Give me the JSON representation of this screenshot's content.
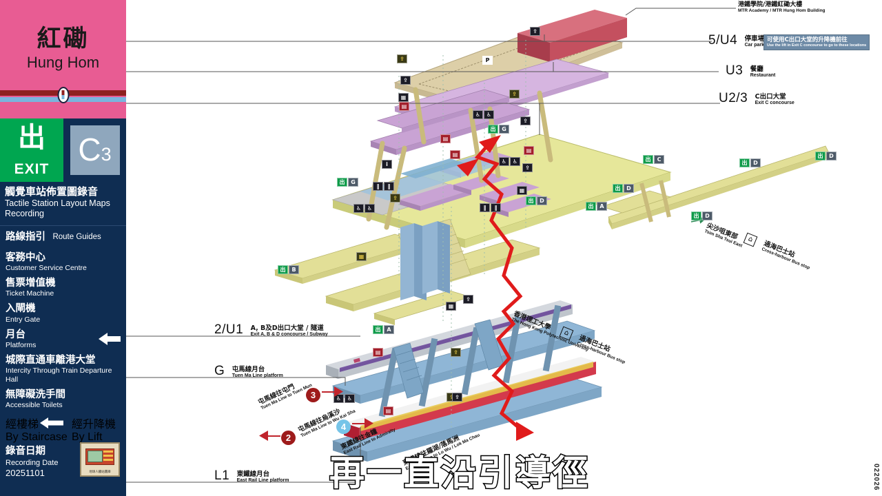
{
  "station": {
    "name_zh": "紅磡",
    "name_en": "Hung Hom",
    "line_east_rail_color": "#8e2020",
    "line_tuen_ma_color": "#7ab4dd",
    "header_color": "#e85c93"
  },
  "exit_sign": {
    "glyph_zh": "出",
    "glyph_en": "EXIT",
    "code_letter": "C",
    "code_number": "3",
    "green": "#00a650"
  },
  "panel_title": {
    "zh": "觸覺車站佈置圖錄音",
    "en_line1": "Tactile Station Layout Maps",
    "en_line2": "Recording"
  },
  "menu": [
    {
      "zh": "路線指引",
      "en": "Route Guides",
      "inline": true,
      "arrow": false
    },
    {
      "zh": "客務中心",
      "en": "Customer Service Centre",
      "inline": false,
      "arrow": false
    },
    {
      "zh": "售票增值機",
      "en": "Ticket Machine",
      "inline": false,
      "arrow": false
    },
    {
      "zh": "入閘機",
      "en": "Entry Gate",
      "inline": false,
      "arrow": false
    },
    {
      "zh": "月台",
      "en": "Platforms",
      "inline": false,
      "arrow": true
    },
    {
      "zh": "城際直通車離港大堂",
      "en": "Intercity Through Train Departure Hall",
      "inline": false,
      "arrow": false
    },
    {
      "zh": "無障礙洗手間",
      "en": "Accessible Toilets",
      "inline": false,
      "arrow": false
    }
  ],
  "dual_row": {
    "left_zh": "經樓梯",
    "left_en": "By Staircase",
    "right_zh": "經升降機",
    "right_en": "By Lift"
  },
  "recording": {
    "zh": "錄音日期",
    "en": "Recording Date",
    "date": "20251101",
    "thumb_caption": "地球人觸站畫庫"
  },
  "top_notes": [
    {
      "zh": "港鐵學院/港鐵紅磡大樓",
      "en": "MTR Academy / MTR Hung Hom Building"
    }
  ],
  "lift_callout": {
    "zh": "可使用C出口大堂的升降機前往",
    "en": "Use the lift in Exit C concourse to go to these locations"
  },
  "levels": [
    {
      "code": "5/U4",
      "zh": "停車場",
      "en": "Car park"
    },
    {
      "code": "U3",
      "zh": "餐廳",
      "en": "Restaurant"
    },
    {
      "code": "U2/3",
      "zh": "C出口大堂",
      "en": "Exit C concourse"
    },
    {
      "code": "2/U1",
      "zh": "A, B及D出口大堂 / 隧道",
      "en": "Exit A, B & D concourse / Subway"
    },
    {
      "code": "G",
      "zh": "屯馬線月台",
      "en": "Tuen Ma Line platform"
    },
    {
      "code": "L1",
      "zh": "東鐵線月台",
      "en": "East Rail Line platform"
    }
  ],
  "destinations": [
    {
      "zh": "尖沙咀東部",
      "en": "Tsim Sha Tsui East"
    },
    {
      "zh": "過海巴士站",
      "en": "Cross-harbour Bus stop"
    },
    {
      "zh": "香港理工大學",
      "en": "The Hong Kong Polytechnic University"
    },
    {
      "zh": "過海巴士站",
      "en": "Cross-harbour Bus stop"
    }
  ],
  "platforms": [
    {
      "number": "3",
      "zh": "屯馬線往屯門",
      "en": "Tuen Ma Line to Tuen Mun",
      "line": "tm",
      "direction": "right"
    },
    {
      "number": "2",
      "zh": "屯馬線往烏溪沙",
      "en": "Tuen Ma Line to Wu Kai Sha",
      "line": "er",
      "direction": "left"
    },
    {
      "number": "4",
      "zh": "東鐵線往金鐘",
      "en": "East Rail Line to Admiralty",
      "line": "tm",
      "direction": "right"
    },
    {
      "number": "1",
      "zh": "東鐵線往羅湖/落馬洲",
      "en": "East Rail Line to Lo Wu / Lok Ma Chau",
      "line": "er",
      "direction": "left"
    }
  ],
  "subtitle": "再一直沿引導徑",
  "corner_code": "022026",
  "map_icons": {
    "exit": "出",
    "lift": "lift-icon",
    "escalator": "escalator-icon",
    "toilet": "toilet-icon",
    "accessible_toilet": "accessible-toilet-icon",
    "car_park": "P",
    "customer_service": "i",
    "ticket_machine": "ticket-icon",
    "entry_gate": "gate-icon"
  },
  "colors": {
    "route_path": "#e01b1b",
    "concourse_yellow": "#e6e79a",
    "upper_purple": "#c9a3d4",
    "platform_blue": "#8fb6d6",
    "walkway_tan": "#d8d48a",
    "building_red": "#c4505f",
    "car_park_tan": "#ddcfa8"
  }
}
